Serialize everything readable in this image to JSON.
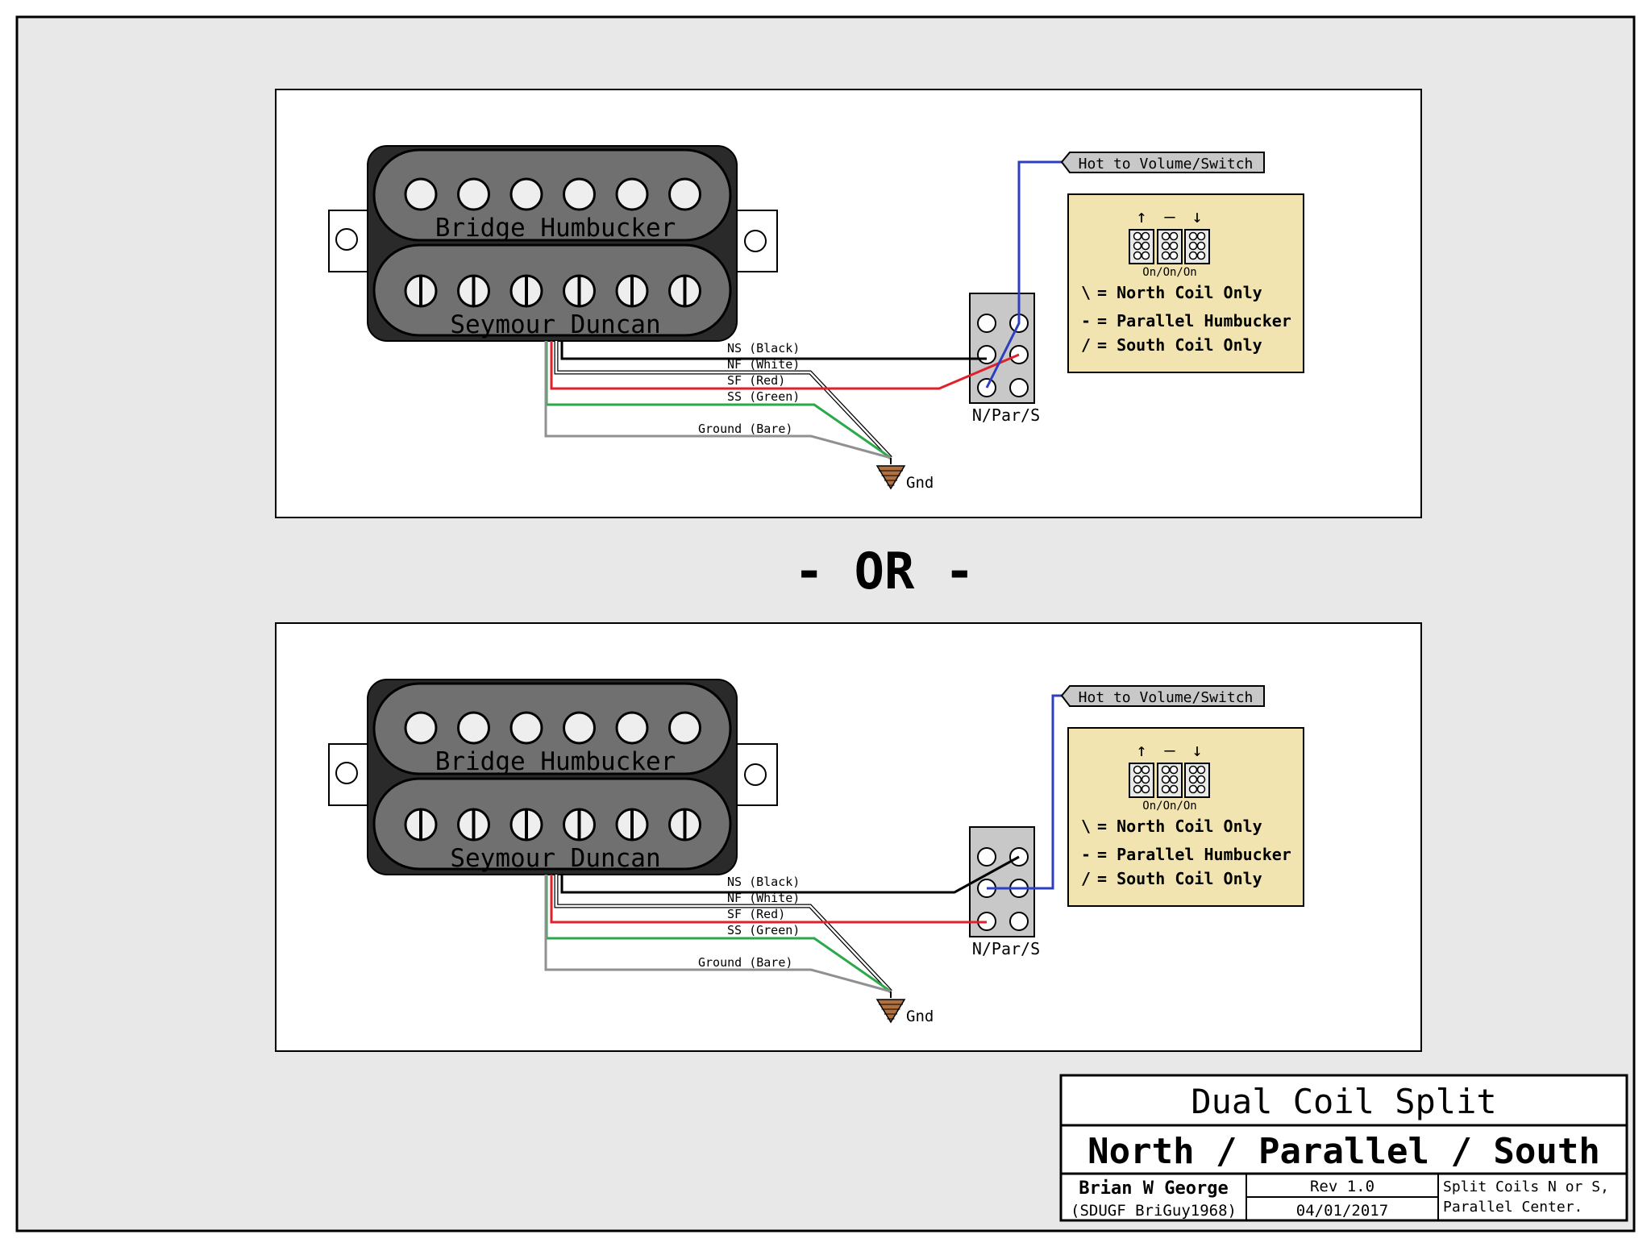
{
  "separator": "- OR -",
  "diagrams": [
    {
      "pickup": {
        "top_label": "Bridge Humbucker",
        "bottom_label": "Seymour Duncan"
      },
      "wires": [
        {
          "label": "NS (Black)",
          "color": "#000000"
        },
        {
          "label": "NF (White)",
          "color": "#ffffff"
        },
        {
          "label": "SF (Red)",
          "color": "#e0202a"
        },
        {
          "label": "SS (Green)",
          "color": "#2aa84a"
        },
        {
          "label": "Ground (Bare)",
          "color": "#909090"
        }
      ],
      "ground_label": "Gnd",
      "switch_label": "N/Par/S",
      "hot_label": "Hot to Volume/Switch",
      "hot_color": "#2d3fbf",
      "legend": {
        "arrows": [
          "↑",
          "—",
          "↓"
        ],
        "switch_type": "On/On/On",
        "rows": [
          {
            "symbol": "\\",
            "text": "= North Coil Only"
          },
          {
            "symbol": "-",
            "text": "= Parallel Humbucker"
          },
          {
            "symbol": "/",
            "text": "= South Coil Only"
          }
        ]
      }
    },
    {
      "pickup": {
        "top_label": "Bridge Humbucker",
        "bottom_label": "Seymour Duncan"
      },
      "wires": [
        {
          "label": "NS (Black)",
          "color": "#000000"
        },
        {
          "label": "NF (White)",
          "color": "#ffffff"
        },
        {
          "label": "SF (Red)",
          "color": "#e0202a"
        },
        {
          "label": "SS (Green)",
          "color": "#2aa84a"
        },
        {
          "label": "Ground (Bare)",
          "color": "#909090"
        }
      ],
      "ground_label": "Gnd",
      "switch_label": "N/Par/S",
      "hot_label": "Hot to Volume/Switch",
      "hot_color": "#2d3fbf",
      "legend": {
        "arrows": [
          "↑",
          "—",
          "↓"
        ],
        "switch_type": "On/On/On",
        "rows": [
          {
            "symbol": "\\",
            "text": "= North Coil Only"
          },
          {
            "symbol": "-",
            "text": "= Parallel Humbucker"
          },
          {
            "symbol": "/",
            "text": "= South Coil Only"
          }
        ]
      }
    }
  ],
  "title_block": {
    "title": "Dual Coil Split",
    "subtitle": "North / Parallel / South",
    "author": "Brian W George",
    "author_handle": "(SDUGF BriGuy1968)",
    "revision": "Rev 1.0",
    "date": "04/01/2017",
    "note_line1": "Split Coils N or S,",
    "note_line2": "Parallel Center."
  },
  "colors": {
    "frame_bg": "#e8e8e8",
    "legend_bg": "#f1e4b0",
    "pickup_body": "#2a2a2a",
    "bobbin": "#707070",
    "switch_body": "#c8c8c8",
    "ground_fill": "#b07040"
  }
}
